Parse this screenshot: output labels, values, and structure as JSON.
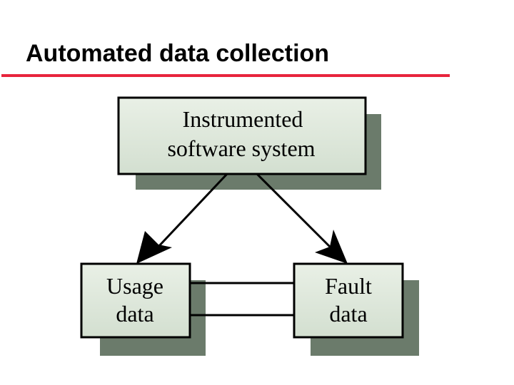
{
  "title": "Automated data collection",
  "colors": {
    "title_rule": "#e8243c",
    "box_fill": "#dfe8dc",
    "box_border": "#000000",
    "box_shadow": "#6b7b6b",
    "arrow": "#000000"
  },
  "diagram": {
    "nodes": {
      "system": {
        "line1": "Instrumented",
        "line2": "software system"
      },
      "usage": {
        "line1": "Usage",
        "line2": "data"
      },
      "fault": {
        "line1": "Fault",
        "line2": "data"
      }
    },
    "edges": [
      {
        "from": "system",
        "to": "usage",
        "kind": "arrow"
      },
      {
        "from": "system",
        "to": "fault",
        "kind": "arrow"
      },
      {
        "from": "usage",
        "to": "fault",
        "kind": "double-line"
      }
    ]
  }
}
